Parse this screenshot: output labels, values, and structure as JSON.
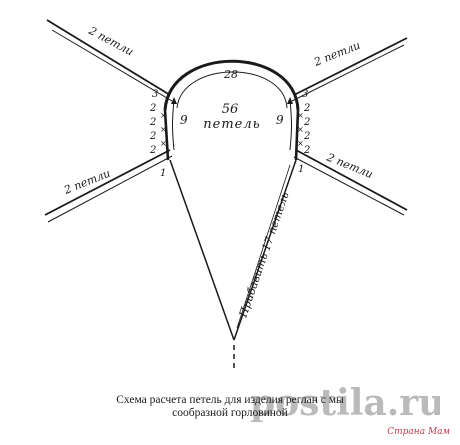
{
  "diagram": {
    "top_arc": "28",
    "center_count": "56",
    "center_unit": "петель",
    "side_count_left": "9",
    "side_count_right": "9",
    "arm_top_left": "2 петли",
    "arm_top_right": "2 петли",
    "arm_bottom_left": "2 петли",
    "arm_bottom_right": "2 петли",
    "left_stack": [
      "3",
      "2",
      "2",
      "2",
      "2",
      "1"
    ],
    "right_stack": [
      "3",
      "2",
      "2",
      "2",
      "2",
      "1"
    ],
    "increase_note": "Прибавить 17 петель"
  },
  "caption": {
    "line1": "Схема расчета петель для изделия реглан с мы",
    "line2": "сообразной горловиной"
  },
  "watermark": {
    "logo": "postila.ru",
    "site": "Страна Мам",
    "logo_color": "#e5423b"
  }
}
